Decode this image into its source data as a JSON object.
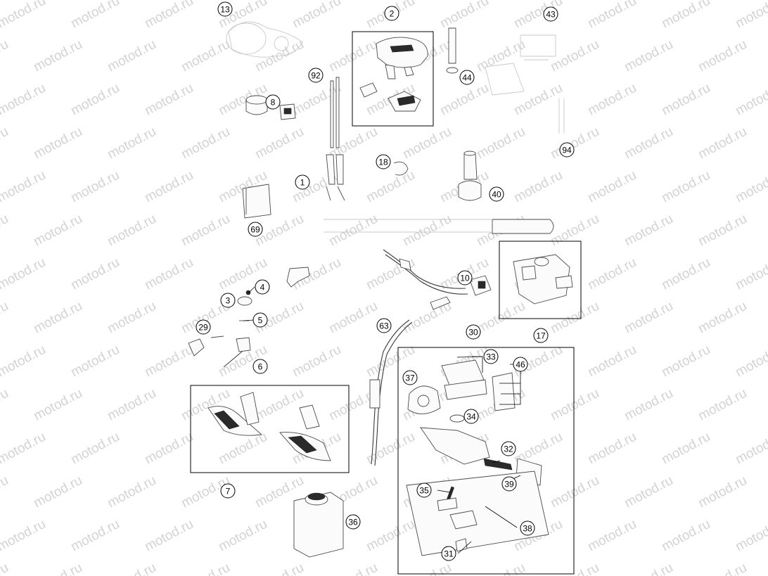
{
  "watermark": {
    "text": "motod.ru"
  },
  "callouts": [
    {
      "id": "13"
    },
    {
      "id": "2"
    },
    {
      "id": "43"
    },
    {
      "id": "92"
    },
    {
      "id": "44"
    },
    {
      "id": "8"
    },
    {
      "id": "18"
    },
    {
      "id": "94"
    },
    {
      "id": "1"
    },
    {
      "id": "40"
    },
    {
      "id": "69"
    },
    {
      "id": "10"
    },
    {
      "id": "4"
    },
    {
      "id": "3"
    },
    {
      "id": "5"
    },
    {
      "id": "17"
    },
    {
      "id": "29"
    },
    {
      "id": "63"
    },
    {
      "id": "30"
    },
    {
      "id": "6"
    },
    {
      "id": "33"
    },
    {
      "id": "37"
    },
    {
      "id": "46"
    },
    {
      "id": "34"
    },
    {
      "id": "32"
    },
    {
      "id": "7"
    },
    {
      "id": "39"
    },
    {
      "id": "35"
    },
    {
      "id": "36"
    },
    {
      "id": "38"
    },
    {
      "id": "31"
    }
  ]
}
